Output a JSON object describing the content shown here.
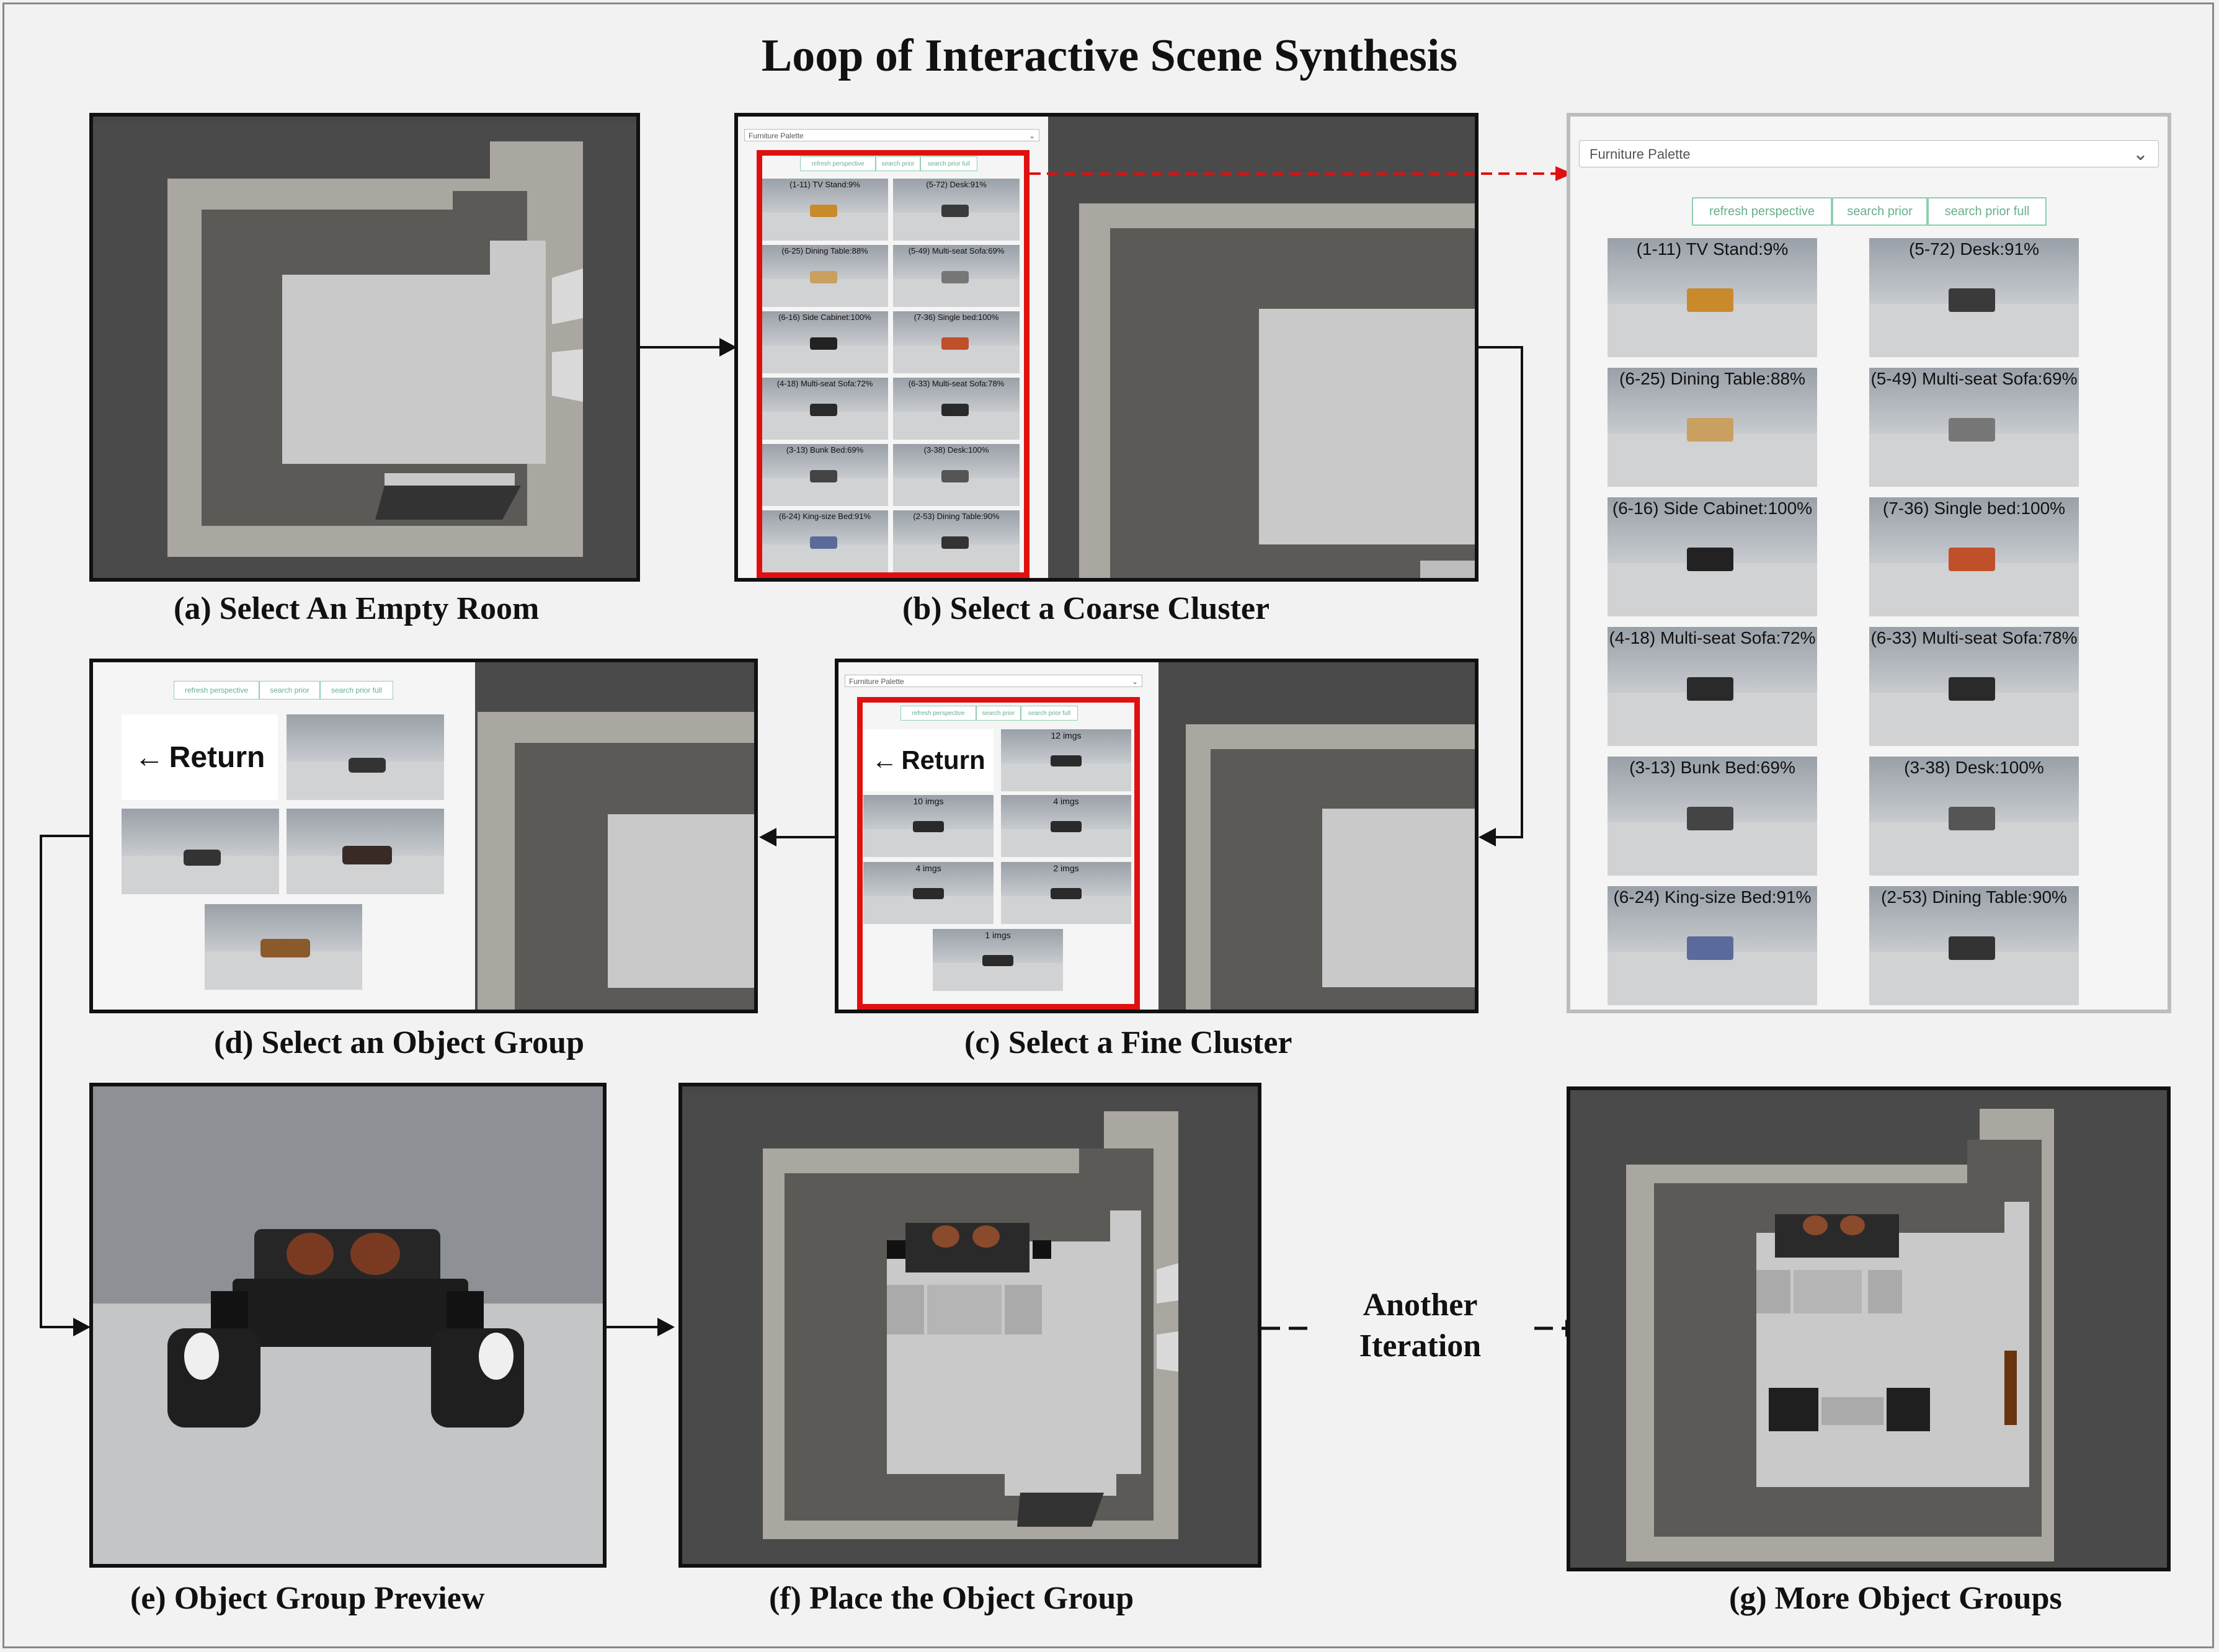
{
  "title": "Loop of Interactive Scene Synthesis",
  "captions": {
    "a": "(a) Select An Empty Room",
    "b": "(b) Select a Coarse Cluster",
    "c": "(c) Select a Fine Cluster",
    "d": "(d) Select an Object Group",
    "e": "(e) Object Group Preview",
    "f": "(f) Place the Object Group",
    "g": "(g) More Object Groups"
  },
  "iteration_label": [
    "Another",
    "Iteration"
  ],
  "palette": {
    "dropdown": "Furniture Palette",
    "buttons": [
      "refresh perspective",
      "search prior",
      "search prior full"
    ],
    "coarse_clusters": [
      "(1-11) TV Stand:9%",
      "(5-72) Desk:91%",
      "(6-25) Dining Table:88%",
      "(5-49) Multi-seat Sofa:69%",
      "(6-16) Side Cabinet:100%",
      "(7-36) Single bed:100%",
      "(4-18) Multi-seat Sofa:72%",
      "(6-33) Multi-seat Sofa:78%",
      "(3-13) Bunk Bed:69%",
      "(3-38) Desk:100%",
      "(6-24) King-size Bed:91%",
      "(2-53) Dining Table:90%"
    ],
    "fine_clusters": [
      "12 imgs",
      "10 imgs",
      "4 imgs",
      "4 imgs",
      "2 imgs",
      "1 imgs"
    ],
    "return_label": "Return"
  },
  "colors": {
    "highlight": "#e01010",
    "button_border": "#8fcfb0",
    "button_text": "#66b08d"
  },
  "icons": {
    "return": "left-arrow-icon",
    "dropdown": "chevron-down-icon"
  }
}
